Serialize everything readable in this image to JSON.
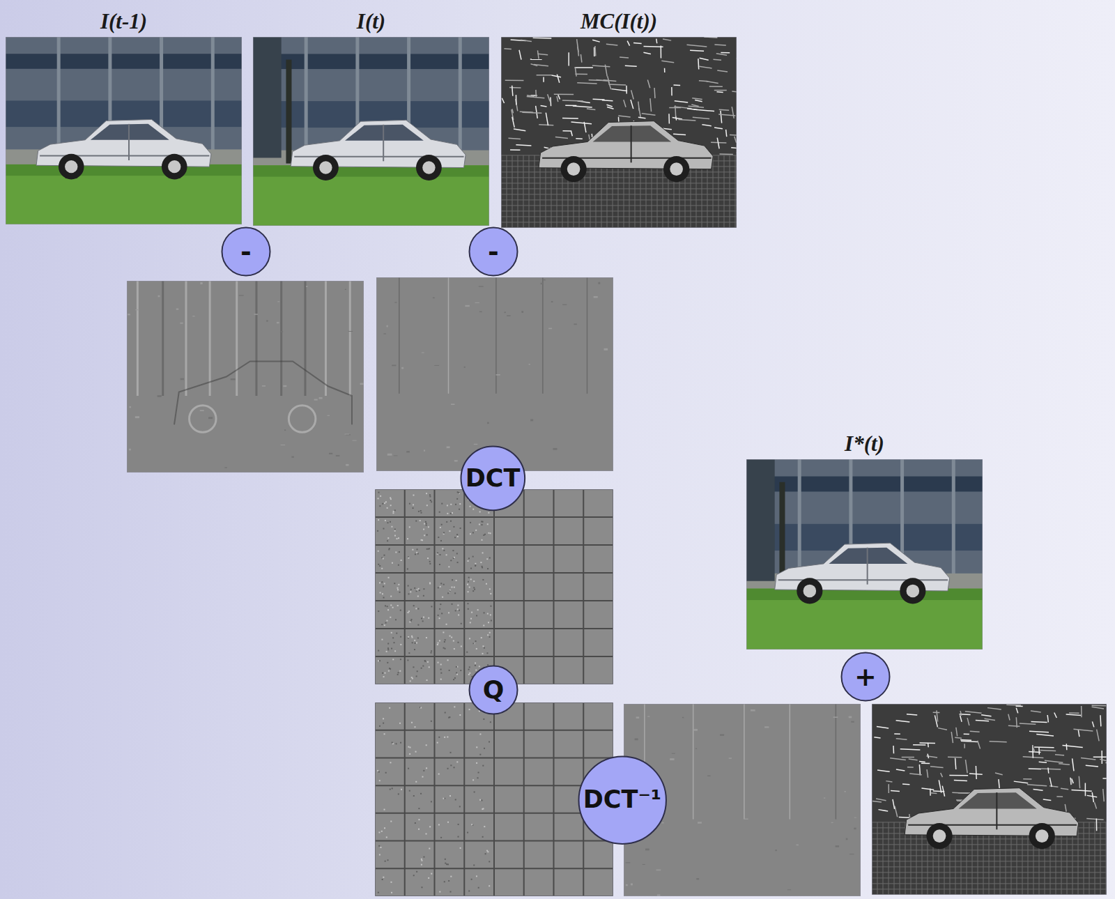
{
  "diagram": {
    "nodes": [
      {
        "text": [
          "I(t-1)"
        ]
      },
      {
        "text": [
          "I(t)"
        ]
      },
      {
        "text": [
          "MC(I(t))"
        ]
      },
      {
        "text": [
          "-"
        ]
      },
      {
        "text": [
          "-"
        ]
      },
      {
        "text": [
          "DCT"
        ]
      },
      {
        "text": [
          "I*(t)"
        ]
      },
      {
        "text": [
          "+"
        ]
      },
      {
        "text": [
          "Q"
        ]
      },
      {
        "text": [
          "DCT⁻¹"
        ]
      }
    ]
  }
}
